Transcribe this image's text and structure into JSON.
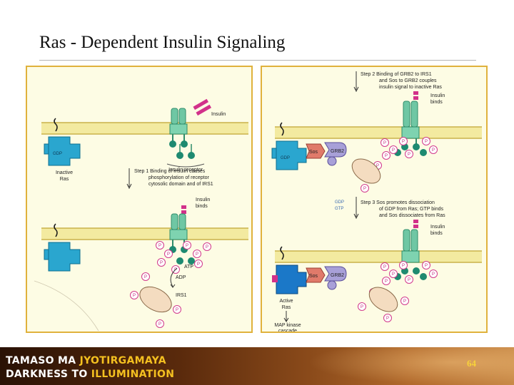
{
  "slide": {
    "title": "Ras - Dependent Insulin Signaling",
    "page_number": "64"
  },
  "footer": {
    "line1_white": "TAMASO MA ",
    "line1_accent": "JYOTIRGAMAYA",
    "line2_white": "DARKNESS TO ",
    "line2_accent": "ILLUMINATION"
  },
  "left_panel": {
    "gdp": "GDP",
    "inactive_ras": [
      "Inactive",
      "Ras"
    ],
    "insulin": "Insulin",
    "insulin_receptor": "Insulin receptor",
    "step1": [
      "Step 1 Binding of insulin causes",
      "phosphorylation of receptor",
      "cytosolic domain and of IRS1"
    ],
    "insulin_binds": [
      "Insulin",
      "binds"
    ],
    "atp": "ATP",
    "adp": "ADP",
    "irs1": "IRS1",
    "p": "P"
  },
  "right_panel": {
    "step2": [
      "Step 2 Binding of GRB2 to IRS1",
      "and Sos to GRB2 couples",
      "insulin signal to inactive Ras"
    ],
    "insulin_binds": [
      "Insulin",
      "binds"
    ],
    "gdp": "GDP",
    "gtp": "GTP",
    "sos": "Sos",
    "grb2": "GRB2",
    "step3": [
      "Step 3 Sos promotes dissociation",
      "of GDP from Ras; GTP binds",
      "and Sos dissociates from Ras"
    ],
    "active_ras": [
      "Active",
      "Ras"
    ],
    "map_kinase": [
      "MAP kinase",
      "cascade"
    ],
    "p": "P"
  }
}
